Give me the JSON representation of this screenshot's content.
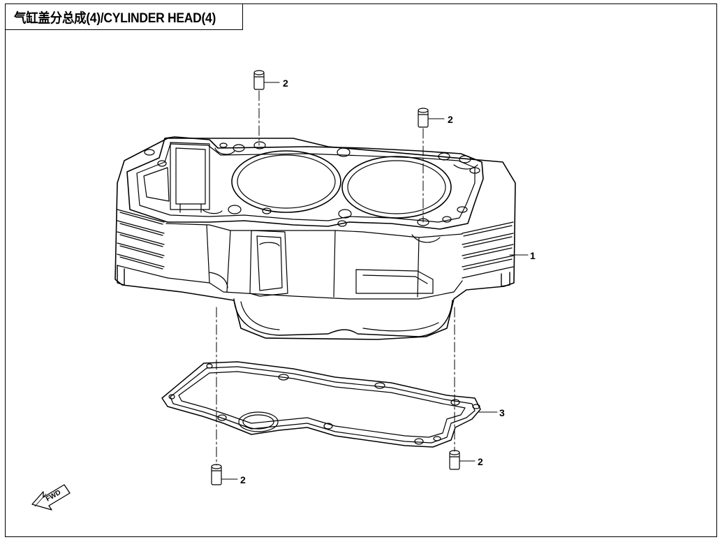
{
  "diagram": {
    "title": "气缸盖分总成(4)/CYLINDER HEAD(4)",
    "fwd_label": "FWD",
    "callouts": [
      {
        "id": "dowel-top-left",
        "label": "2"
      },
      {
        "id": "dowel-top-right",
        "label": "2"
      },
      {
        "id": "cylinder-body",
        "label": "1"
      },
      {
        "id": "gasket",
        "label": "3"
      },
      {
        "id": "dowel-bottom-right",
        "label": "2"
      },
      {
        "id": "dowel-bottom-left",
        "label": "2"
      }
    ]
  }
}
